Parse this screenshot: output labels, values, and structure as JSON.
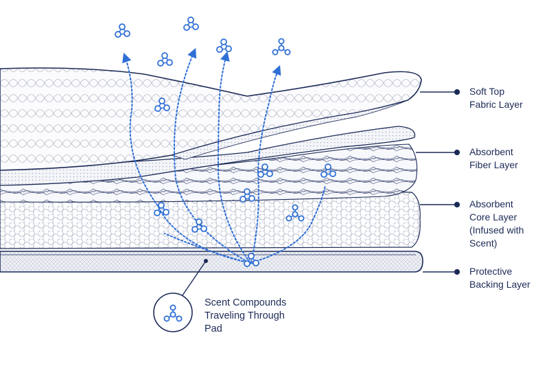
{
  "callouts": [
    {
      "lines": [
        "Soft Top",
        "Fabric Layer"
      ]
    },
    {
      "lines": [
        "Absorbent",
        "Fiber Layer"
      ]
    },
    {
      "lines": [
        "Absorbent",
        "Core Layer",
        "(Infused with",
        "Scent)"
      ]
    },
    {
      "lines": [
        "Protective",
        "Backing Layer"
      ]
    }
  ],
  "legend": {
    "lines": [
      "Scent Compounds",
      "Traveling Through",
      "Pad"
    ]
  },
  "colors": {
    "ink": "#1b2a57",
    "accent": "#2f6fd6",
    "fill": "#f7f8fb"
  }
}
